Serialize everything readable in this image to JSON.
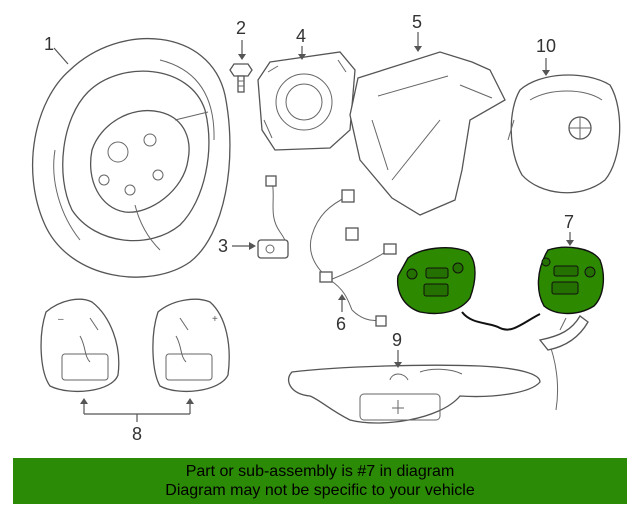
{
  "diagram": {
    "callouts": [
      {
        "id": "c1",
        "text": "1"
      },
      {
        "id": "c2",
        "text": "2"
      },
      {
        "id": "c3",
        "text": "3"
      },
      {
        "id": "c4",
        "text": "4"
      },
      {
        "id": "c5",
        "text": "5"
      },
      {
        "id": "c6",
        "text": "6"
      },
      {
        "id": "c7",
        "text": "7"
      },
      {
        "id": "c8",
        "text": "8"
      },
      {
        "id": "c9",
        "text": "9"
      },
      {
        "id": "c10",
        "text": "10"
      }
    ],
    "highlight_color": "#2b8a06",
    "selected_part": "7"
  },
  "banner": {
    "line1": "Part or sub-assembly is #7 in diagram",
    "line2": "Diagram may not be specific to your vehicle"
  }
}
